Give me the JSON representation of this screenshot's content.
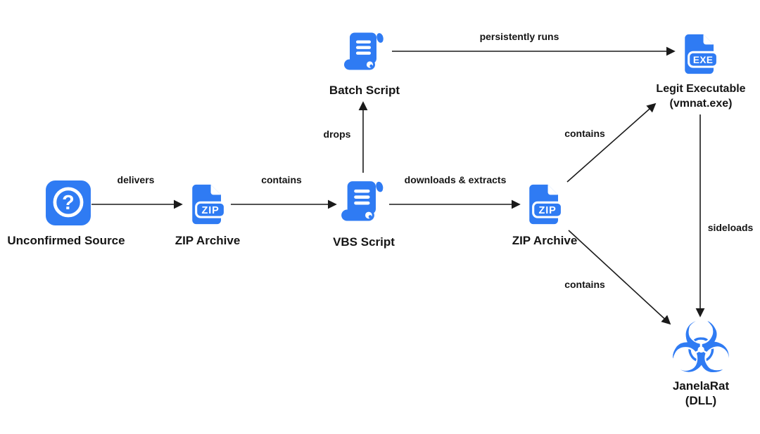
{
  "diagram": {
    "colors": {
      "icon_blue": "#2F7BF3",
      "arrow_black": "#1a1a1a",
      "background": "#ffffff",
      "text": "#151515"
    },
    "nodes": {
      "unconfirmed_source": {
        "label": "Unconfirmed Source",
        "icon": "question-mark-icon",
        "glyph": "?"
      },
      "zip_archive_1": {
        "label": "ZIP Archive",
        "icon": "zip-file-icon",
        "badge": "ZIP"
      },
      "vbs_script": {
        "label": "VBS Script",
        "icon": "script-scroll-icon"
      },
      "batch_script": {
        "label": "Batch Script",
        "icon": "script-scroll-icon"
      },
      "legit_executable": {
        "label": "Legit Executable",
        "sublabel": "(vmnat.exe)",
        "icon": "exe-file-icon",
        "badge": "EXE"
      },
      "zip_archive_2": {
        "label": "ZIP Archive",
        "icon": "zip-file-icon",
        "badge": "ZIP"
      },
      "janelarat": {
        "label": "JanelaRat",
        "sublabel": "(DLL)",
        "icon": "biohazard-icon",
        "glyph": "☣"
      }
    },
    "edges": {
      "delivers": {
        "label": "delivers",
        "from": "unconfirmed_source",
        "to": "zip_archive_1"
      },
      "contains_1": {
        "label": "contains",
        "from": "zip_archive_1",
        "to": "vbs_script"
      },
      "drops": {
        "label": "drops",
        "from": "vbs_script",
        "to": "batch_script"
      },
      "persistently_runs": {
        "label": "persistently runs",
        "from": "batch_script",
        "to": "legit_executable"
      },
      "downloads_extracts": {
        "label": "downloads & extracts",
        "from": "vbs_script",
        "to": "zip_archive_2"
      },
      "contains_2": {
        "label": "contains",
        "from": "zip_archive_2",
        "to": "legit_executable"
      },
      "contains_3": {
        "label": "contains",
        "from": "zip_archive_2",
        "to": "janelarat"
      },
      "sideloads": {
        "label": "sideloads",
        "from": "legit_executable",
        "to": "janelarat"
      }
    }
  }
}
